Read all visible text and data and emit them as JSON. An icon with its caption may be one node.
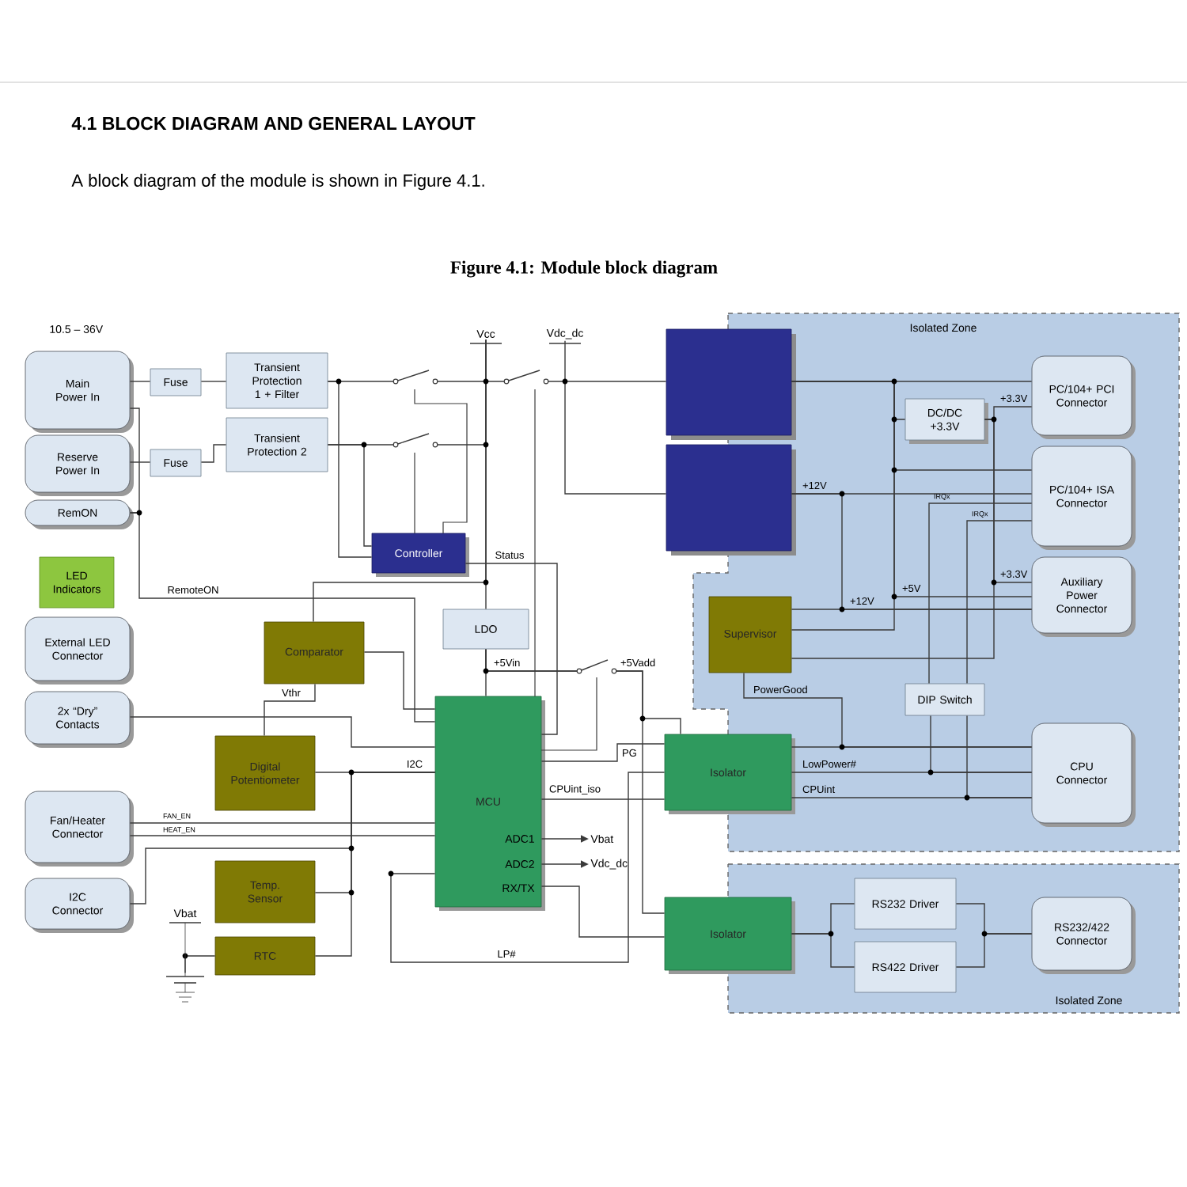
{
  "diagram": {
    "title": "4.1 BLOCK DIAGRAM AND GENERAL LAYOUT",
    "caption": "Figure 4.1: Module block diagram",
    "nodes": [
      {
        "text": [
          "Main Power In"
        ]
      },
      {
        "text": [
          "Reserve Power In"
        ]
      },
      {
        "text": [
          "RemON"
        ]
      },
      {
        "text": [
          "LED Indicators"
        ]
      },
      {
        "text": [
          "External LED Connector"
        ]
      },
      {
        "text": [
          "2x “Dry” Contacts"
        ]
      },
      {
        "text": [
          "Fan/Heater Connector"
        ]
      },
      {
        "text": [
          "I2C Connector"
        ]
      },
      {
        "text": [
          "Fuse"
        ]
      },
      {
        "text": [
          "Fuse"
        ]
      },
      {
        "text": [
          "Transient Protection 1 + Filter"
        ]
      },
      {
        "text": [
          "Transient Protection 2"
        ]
      },
      {
        "text": [
          "Controller"
        ]
      },
      {
        "text": [
          "LDO"
        ]
      },
      {
        "text": [
          "Comparator"
        ]
      },
      {
        "text": [
          "Digital Potentiometer"
        ]
      },
      {
        "text": [
          "Temp. Sensor"
        ]
      },
      {
        "text": [
          "RTC"
        ]
      },
      {
        "text": [
          "MCU"
        ]
      },
      {
        "text": [
          "Isolated Zone"
        ]
      },
      {
        "text": [],
        "shape": "box"
      },
      {
        "text": [],
        "shape": "box"
      },
      {
        "text": [
          "DC/DC +3.3V"
        ],
        "in": 19
      },
      {
        "text": [
          "PC/104+ PCI Connector"
        ],
        "in": 19
      },
      {
        "text": [
          "PC/104+ ISA Connector"
        ],
        "in": 19
      },
      {
        "text": [
          "Auxiliary Power Connector"
        ],
        "in": 19
      },
      {
        "text": [
          "Supervisor"
        ],
        "in": 19
      },
      {
        "text": [
          "DIP Switch"
        ],
        "in": 19
      },
      {
        "text": [
          "Isolator"
        ]
      },
      {
        "text": [
          "CPU Connector"
        ],
        "in": 19
      },
      {
        "text": [
          "Isolated Zone"
        ]
      },
      {
        "text": [
          "Isolator"
        ]
      },
      {
        "text": [
          "RS232 Driver"
        ],
        "in": 30
      },
      {
        "text": [
          "RS422 Driver"
        ],
        "in": 30
      },
      {
        "text": [
          "RS232/422 Connector"
        ],
        "in": 30
      },
      {
        "text": [
          "Vcc"
        ]
      },
      {
        "text": [
          "Vdc_dc"
        ]
      },
      {
        "text": [
          "Vbat"
        ]
      },
      {
        "text": [
          "Vdc_dc"
        ]
      },
      {
        "text": [],
        "shape": "battery"
      }
    ],
    "edges": [
      {
        "from": 0,
        "to": 8,
        "arrow": "none"
      },
      {
        "from": 8,
        "to": 10,
        "arrow": "none"
      },
      {
        "from": 1,
        "to": 9,
        "arrow": "none"
      },
      {
        "from": 9,
        "to": 11,
        "arrow": "none"
      },
      {
        "from": 10,
        "to": 20,
        "arrow": "none"
      },
      {
        "from": 11,
        "to": 35,
        "arrow": "none"
      },
      {
        "from": 35,
        "to": 13,
        "arrow": "none"
      },
      {
        "from": 36,
        "to": 21,
        "arrow": "none"
      },
      {
        "from": 10,
        "to": 12,
        "arrow": "none"
      },
      {
        "from": 11,
        "to": 12,
        "arrow": "none"
      },
      {
        "from": 12,
        "to": 18,
        "arrow": "none",
        "label": "Status"
      },
      {
        "from": 0,
        "to": 2,
        "arrow": "none"
      },
      {
        "from": 2,
        "to": 18,
        "arrow": "none",
        "label": "RemoteON"
      },
      {
        "from": 35,
        "to": 14,
        "arrow": "none"
      },
      {
        "from": 13,
        "to": 18,
        "arrow": "none",
        "label": "+5Vin"
      },
      {
        "from": 13,
        "to": 31,
        "arrow": "none",
        "label": "+5Vadd"
      },
      {
        "from": 13,
        "to": 28,
        "arrow": "none"
      },
      {
        "from": 14,
        "to": 18,
        "arrow": "none"
      },
      {
        "from": 14,
        "to": 15,
        "arrow": "none",
        "label": "Vthr"
      },
      {
        "from": 5,
        "to": 18,
        "arrow": "none"
      },
      {
        "from": 15,
        "to": 18,
        "arrow": "none",
        "label": "I2C"
      },
      {
        "from": 16,
        "to": 18,
        "arrow": "none"
      },
      {
        "from": 17,
        "to": 18,
        "arrow": "none"
      },
      {
        "from": 7,
        "to": 18,
        "arrow": "none"
      },
      {
        "from": 6,
        "to": 18,
        "arrow": "none",
        "label": "FAN_EN"
      },
      {
        "from": 6,
        "to": 18,
        "arrow": "none",
        "label": "HEAT_EN"
      },
      {
        "from": 17,
        "to": 39,
        "arrow": "none"
      },
      {
        "from": 18,
        "to": 37,
        "arrow": "to"
      },
      {
        "from": 18,
        "to": 38,
        "arrow": "to"
      },
      {
        "from": 18,
        "to": 31,
        "arrow": "none"
      },
      {
        "from": 18,
        "to": 28,
        "arrow": "none",
        "label": "PG"
      },
      {
        "from": 18,
        "to": 28,
        "arrow": "none",
        "label": "CPUint_iso"
      },
      {
        "from": 18,
        "to": 28,
        "arrow": "none",
        "label": "LP#"
      },
      {
        "from": 20,
        "to": 23,
        "arrow": "none"
      },
      {
        "from": 20,
        "to": 22,
        "arrow": "none"
      },
      {
        "from": 20,
        "to": 24,
        "arrow": "none"
      },
      {
        "from": 20,
        "to": 25,
        "arrow": "none",
        "label": "+5V"
      },
      {
        "from": 20,
        "to": 26,
        "arrow": "none"
      },
      {
        "from": 22,
        "to": 23,
        "arrow": "none",
        "label": "+3.3V"
      },
      {
        "from": 22,
        "to": 25,
        "arrow": "none",
        "label": "+3.3V"
      },
      {
        "from": 22,
        "to": 26,
        "arrow": "none"
      },
      {
        "from": 21,
        "to": 24,
        "arrow": "none",
        "label": "+12V"
      },
      {
        "from": 21,
        "to": 25,
        "arrow": "none",
        "label": "+12V"
      },
      {
        "from": 26,
        "to": 25,
        "arrow": "none"
      },
      {
        "from": 24,
        "to": 27,
        "arrow": "none",
        "label": "IRQx"
      },
      {
        "from": 24,
        "to": 27,
        "arrow": "none",
        "label": "IRQx"
      },
      {
        "from": 27,
        "to": 29,
        "arrow": "none"
      },
      {
        "from": 27,
        "to": 29,
        "arrow": "none"
      },
      {
        "from": 26,
        "to": 29,
        "arrow": "none",
        "label": "PowerGood"
      },
      {
        "from": 28,
        "to": 29,
        "arrow": "none"
      },
      {
        "from": 28,
        "to": 29,
        "arrow": "none",
        "label": "LowPower#"
      },
      {
        "from": 28,
        "to": 29,
        "arrow": "none",
        "label": "CPUint"
      },
      {
        "from": 31,
        "to": 32,
        "arrow": "none"
      },
      {
        "from": 31,
        "to": 33,
        "arrow": "none"
      },
      {
        "from": 32,
        "to": 34,
        "arrow": "none"
      },
      {
        "from": 33,
        "to": 34,
        "arrow": "none"
      }
    ],
    "labels": [
      "A block diagram of the module is shown in Figure 4.1.",
      "10.5 – 36V",
      "ADC1",
      "ADC2",
      "RX/TX",
      "Vbat"
    ]
  }
}
